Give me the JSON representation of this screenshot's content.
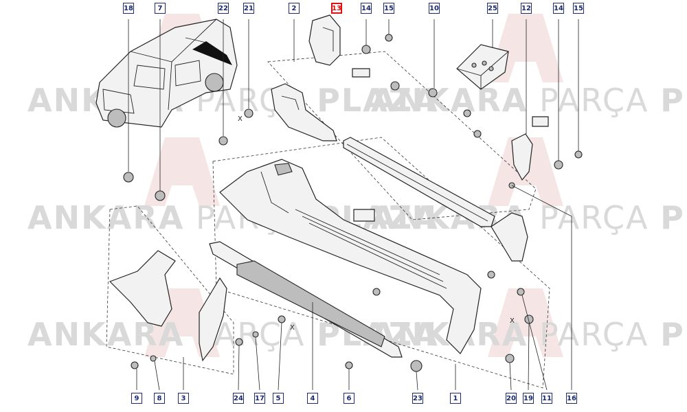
{
  "watermark": {
    "brand_bold_1": "ANKARA",
    "brand_light": "PARÇA",
    "brand_bold_2": "PLAZA"
  },
  "callouts": [
    {
      "id": "18",
      "highlight": false
    },
    {
      "id": "7",
      "highlight": false
    },
    {
      "id": "22",
      "highlight": false
    },
    {
      "id": "21",
      "highlight": false
    },
    {
      "id": "2",
      "highlight": false
    },
    {
      "id": "13",
      "highlight": true
    },
    {
      "id": "14",
      "highlight": false
    },
    {
      "id": "15",
      "highlight": false
    },
    {
      "id": "10",
      "highlight": false
    },
    {
      "id": "25",
      "highlight": false
    },
    {
      "id": "12",
      "highlight": false
    },
    {
      "id": "14",
      "highlight": false
    },
    {
      "id": "15",
      "highlight": false
    },
    {
      "id": "9",
      "highlight": false
    },
    {
      "id": "8",
      "highlight": false
    },
    {
      "id": "3",
      "highlight": false
    },
    {
      "id": "24",
      "highlight": false
    },
    {
      "id": "17",
      "highlight": false
    },
    {
      "id": "5",
      "highlight": false
    },
    {
      "id": "4",
      "highlight": false
    },
    {
      "id": "6",
      "highlight": false
    },
    {
      "id": "23",
      "highlight": false
    },
    {
      "id": "1",
      "highlight": false
    },
    {
      "id": "20",
      "highlight": false
    },
    {
      "id": "19",
      "highlight": false
    },
    {
      "id": "11",
      "highlight": false
    },
    {
      "id": "16",
      "highlight": false
    }
  ],
  "x_marks": [
    "X",
    "X",
    "X"
  ],
  "colors": {
    "callout_border": "#1a2a6c",
    "highlight": "#e01010",
    "watermark": "#d9d9d9"
  }
}
